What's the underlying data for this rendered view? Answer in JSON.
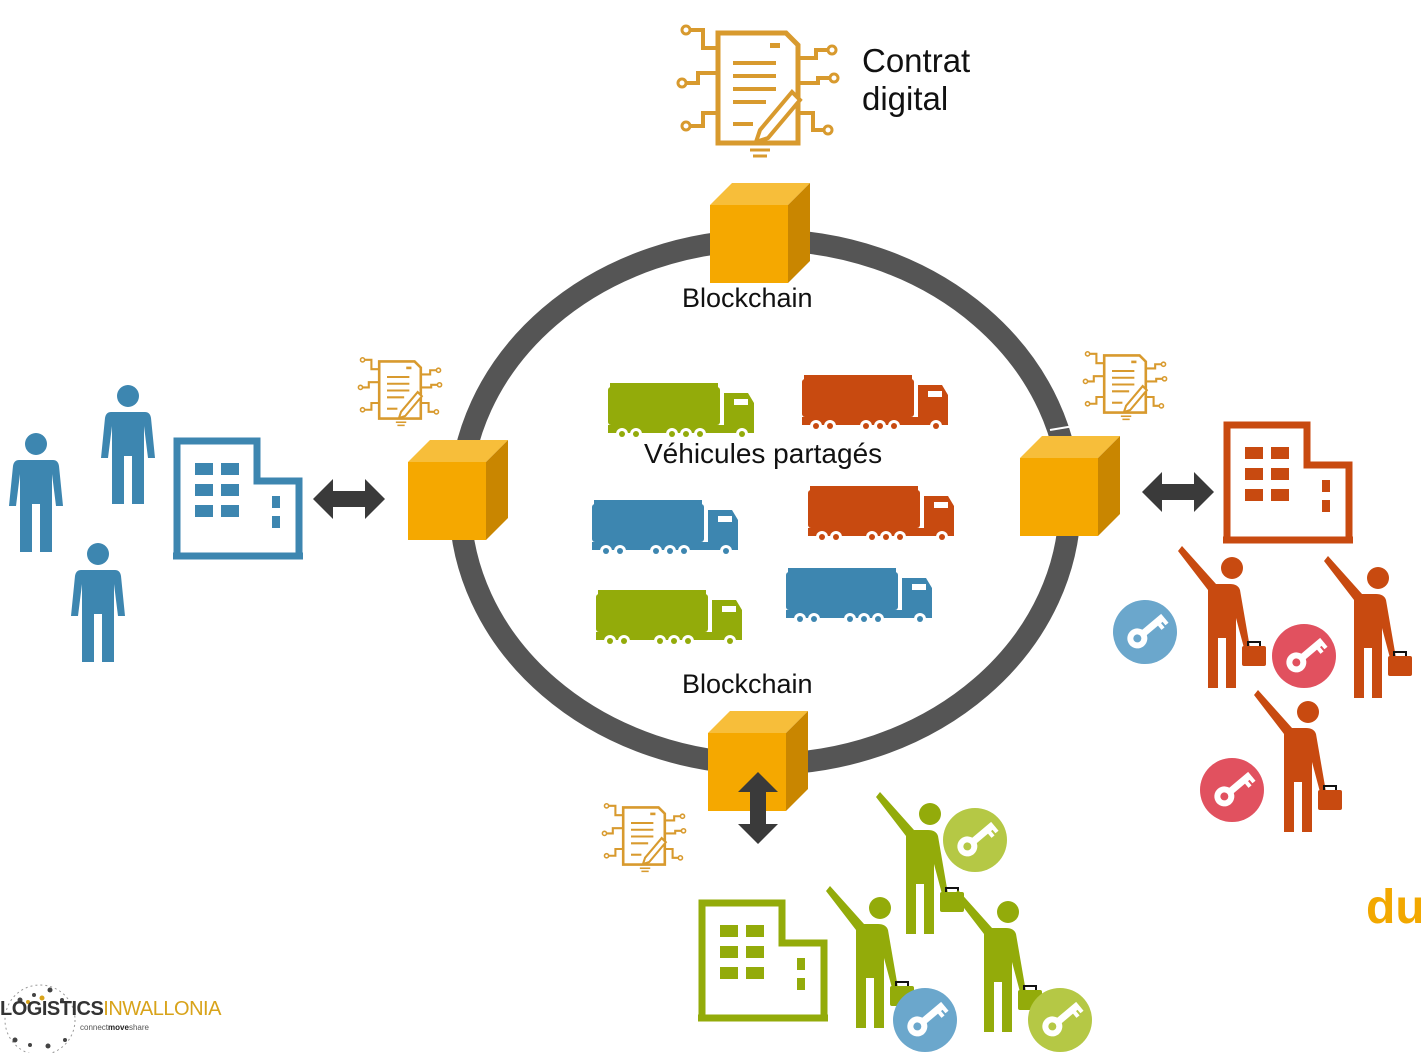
{
  "labels": {
    "contract_line1": "Contrat",
    "contract_line2": "digital",
    "blockchain_top": "Blockchain",
    "blockchain_bottom": "Blockchain",
    "vehicles": "Véhicules partagés",
    "partial_text": "du"
  },
  "logo": {
    "name_part1": "LOGISTICS",
    "name_part2": "IN",
    "name_part3": "WALLONIA",
    "tagline_part1": "connect",
    "tagline_part2": "move",
    "tagline_part3": "share"
  },
  "colors": {
    "blue": "#3d86b0",
    "orange": "#c84a10",
    "green": "#93ab0a",
    "cube": "#f5a800",
    "ring": "#555555",
    "contract": "#d89a2e",
    "key_red": "#e1515f",
    "key_blue": "#6ba7cc",
    "key_green": "#b5c845"
  },
  "icons": [
    "contract-icon",
    "cube-icon",
    "truck-icon",
    "building-icon",
    "person-icon",
    "businessman-icon",
    "key-icon",
    "double-arrow-icon"
  ]
}
